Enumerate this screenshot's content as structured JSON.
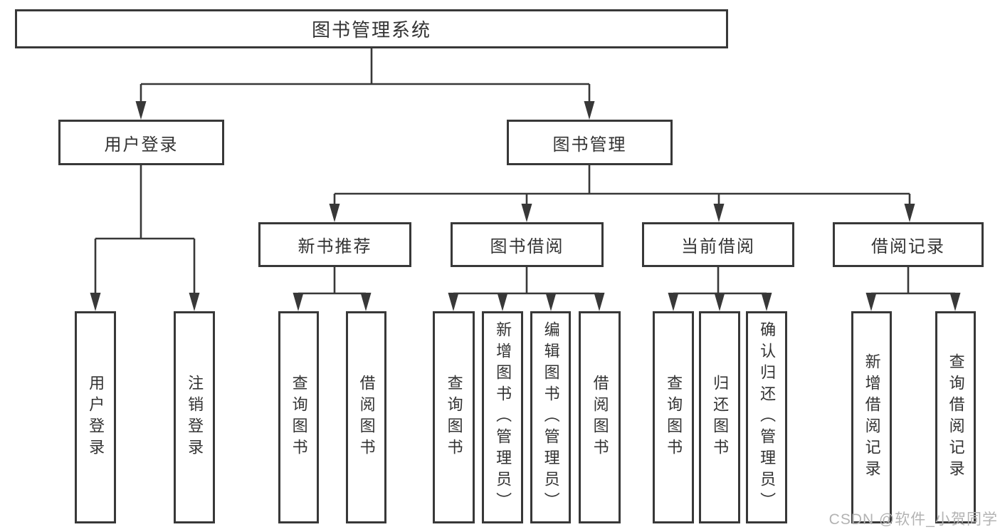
{
  "diagram": {
    "title": "图书管理系统",
    "level2": [
      "用户登录",
      "图书管理"
    ],
    "level3": [
      "新书推荐",
      "图书借阅",
      "当前借阅",
      "借阅记录"
    ],
    "leaves": {
      "user_login": [
        "用户登录",
        "注销登录"
      ],
      "new_book_recommend": [
        "查询图书",
        "借阅图书"
      ],
      "book_borrow": [
        "查询图书",
        "新增图书（管理员）",
        "编辑图书（管理员）",
        "借阅图书"
      ],
      "current_borrow": [
        "查询图书",
        "归还图书",
        "确认归还（管理员）"
      ],
      "borrow_records": [
        "新增借阅记录",
        "查询借阅记录"
      ]
    }
  },
  "watermark": "CSDN @软件_小贺同学",
  "colors": {
    "line": "#383838",
    "text": "#333333",
    "watermark": "#b3b3b3",
    "background": "#ffffff"
  }
}
